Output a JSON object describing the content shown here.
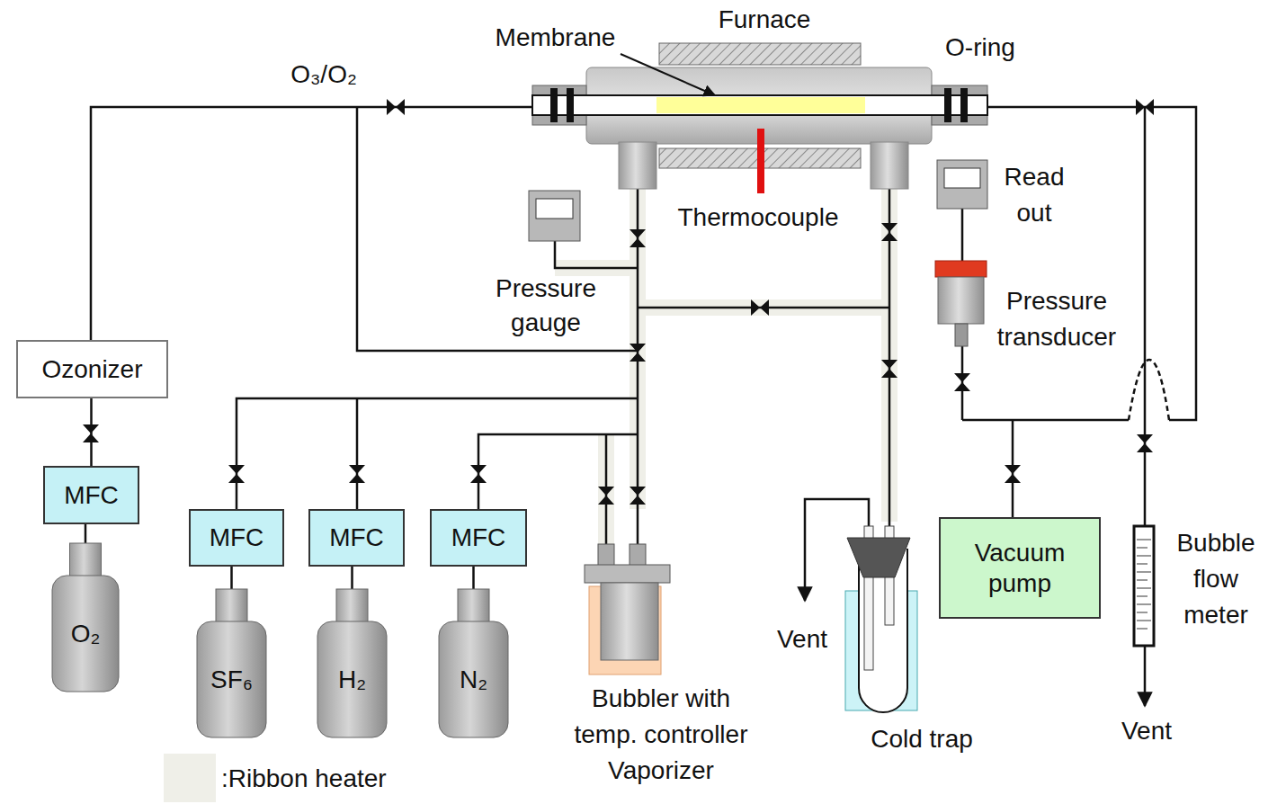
{
  "diagram": {
    "nodes": [
      {
        "text": [
          "Ozonizer"
        ]
      },
      {
        "text": [
          "MFC"
        ]
      },
      {
        "text": [
          "MFC"
        ]
      },
      {
        "text": [
          "MFC"
        ]
      },
      {
        "text": [
          "MFC"
        ]
      },
      {
        "text": [
          "Vacuum pump"
        ]
      },
      {
        "text": [
          "O₂"
        ]
      },
      {
        "text": [
          "SF₆"
        ]
      },
      {
        "text": [
          "H₂"
        ]
      },
      {
        "text": [
          "N₂"
        ]
      }
    ],
    "edges": [
      {
        "from": 6,
        "to": 1,
        "arrow": "none"
      },
      {
        "from": 1,
        "to": 0,
        "arrow": "none"
      },
      {
        "from": 7,
        "to": 2,
        "arrow": "none"
      },
      {
        "from": 8,
        "to": 3,
        "arrow": "none"
      },
      {
        "from": 9,
        "to": 4,
        "arrow": "none"
      }
    ],
    "labels": [
      "Furnace",
      "Membrane",
      "O-ring",
      "O₃/O₂",
      "Thermocouple",
      "Read out",
      "Pressure gauge",
      "Pressure transducer",
      "Bubbler with temp. controller Vaporizer",
      "Vent",
      "Cold trap",
      "Bubble flow meter",
      "Vent"
    ],
    "legend": [
      {
        "text": ":Ribbon heater",
        "color": "#efefe8"
      }
    ]
  }
}
